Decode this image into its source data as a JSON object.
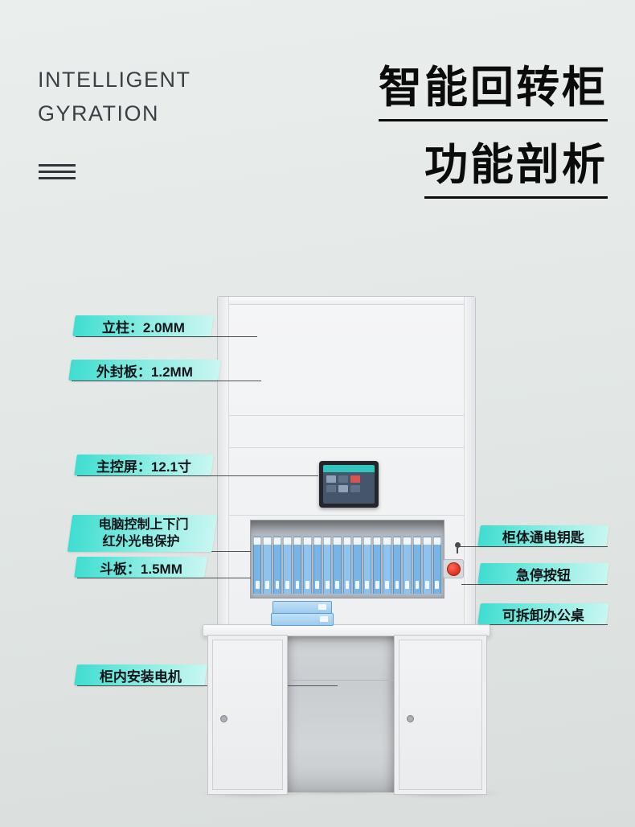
{
  "header": {
    "brand_line1": "INTELLIGENT",
    "brand_line2": "GYRATION",
    "title_line1": "智能回转柜",
    "title_line2": "功能剖析"
  },
  "colors": {
    "accent_start": "#3eddd0",
    "accent_end": "#c9f6f1",
    "callout_line": "#4d5154",
    "title": "#0b0b0b",
    "binder_blue": "#79b4e6",
    "emergency_red": "#df2f1e"
  },
  "callouts": {
    "left": [
      {
        "label": "立柱：2.0MM"
      },
      {
        "label": "外封板：1.2MM"
      },
      {
        "label": "主控屏：12.1寸"
      },
      {
        "line1": "电脑控制上下门",
        "line2": "红外光电保护"
      },
      {
        "label": "斗板：1.5MM"
      },
      {
        "label": "柜内安装电机"
      }
    ],
    "right": [
      {
        "label": "柜体通电钥匙"
      },
      {
        "label": "急停按钮"
      },
      {
        "label": "可拆卸办公桌"
      }
    ]
  },
  "product": {
    "binder_count": 19
  }
}
